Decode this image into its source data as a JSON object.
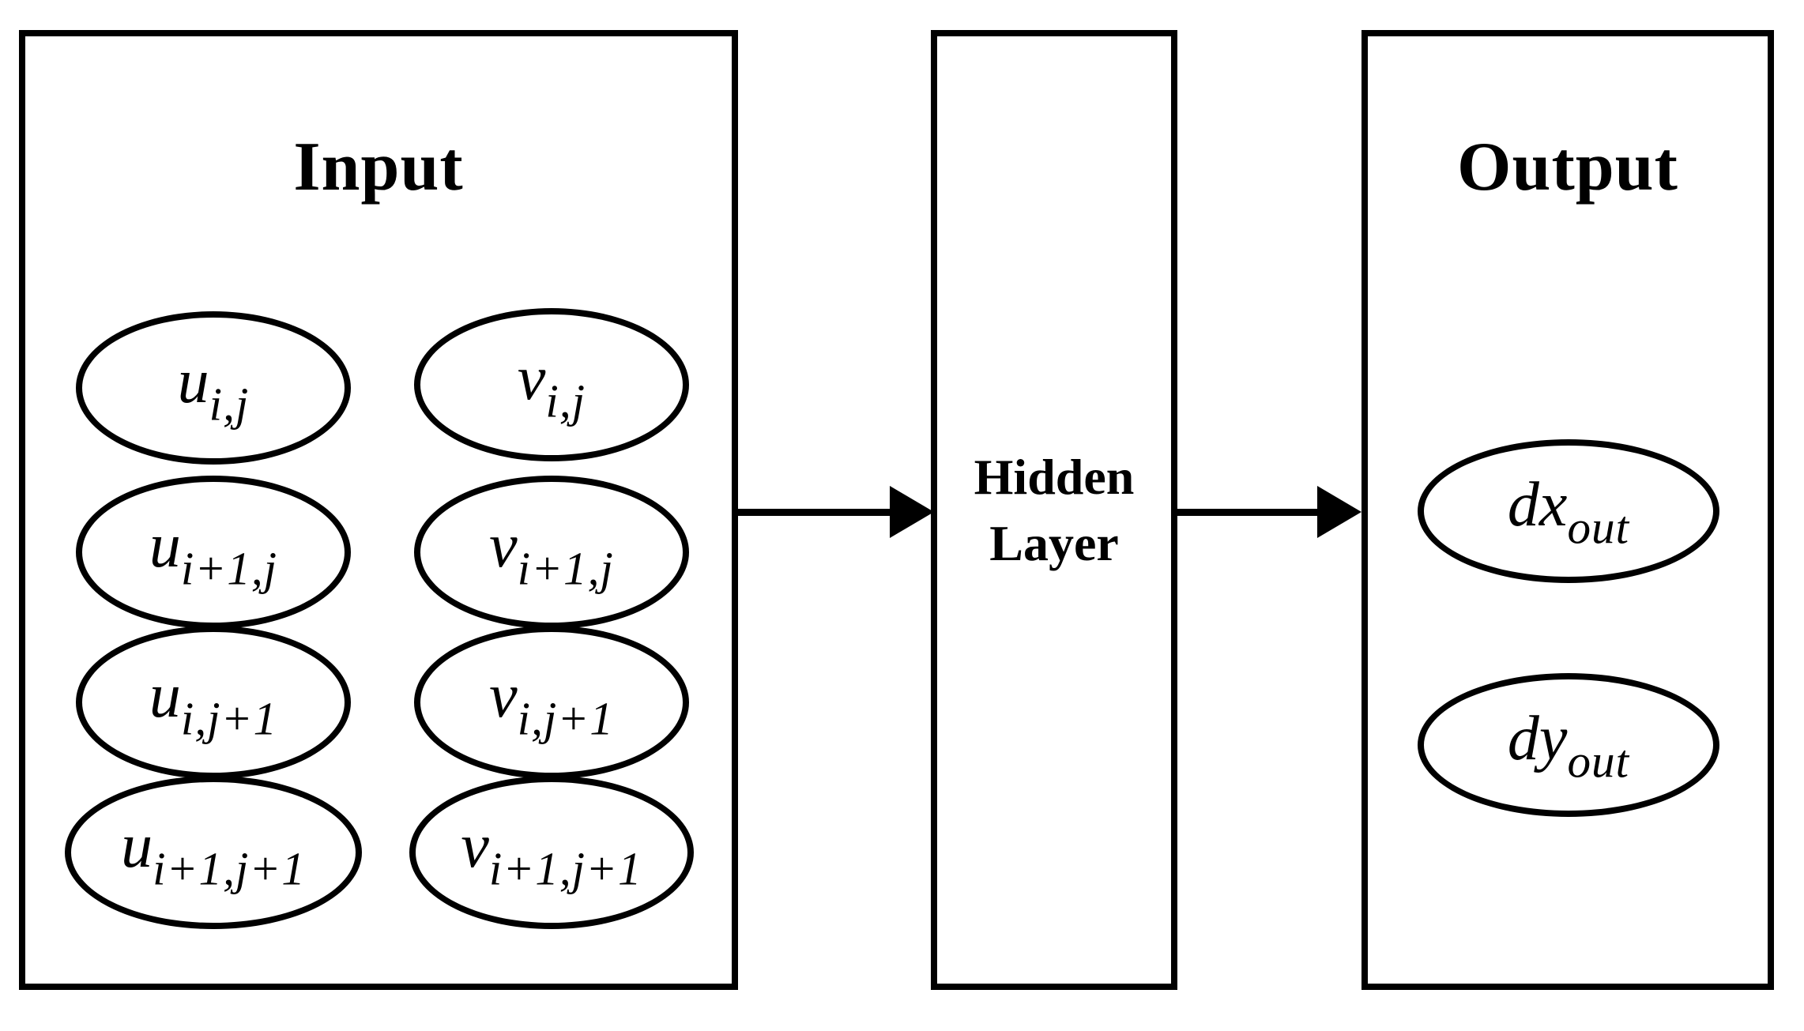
{
  "diagram": {
    "colors": {
      "stroke": "#000000",
      "background": "#ffffff",
      "text": "#000000"
    },
    "input": {
      "title": "Input",
      "nodes": [
        {
          "base": "u",
          "sub": "i,j"
        },
        {
          "base": "v",
          "sub": "i,j"
        },
        {
          "base": "u",
          "sub": "i+1,j"
        },
        {
          "base": "v",
          "sub": "i+1,j"
        },
        {
          "base": "u",
          "sub": "i,j+1"
        },
        {
          "base": "v",
          "sub": "i,j+1"
        },
        {
          "base": "u",
          "sub": "i+1,j+1"
        },
        {
          "base": "v",
          "sub": "i+1,j+1"
        }
      ]
    },
    "hidden": {
      "title_line1": "Hidden",
      "title_line2": "Layer"
    },
    "output": {
      "title": "Output",
      "nodes": [
        {
          "base": "dx",
          "sub": "out"
        },
        {
          "base": "dy",
          "sub": "out"
        }
      ]
    }
  }
}
